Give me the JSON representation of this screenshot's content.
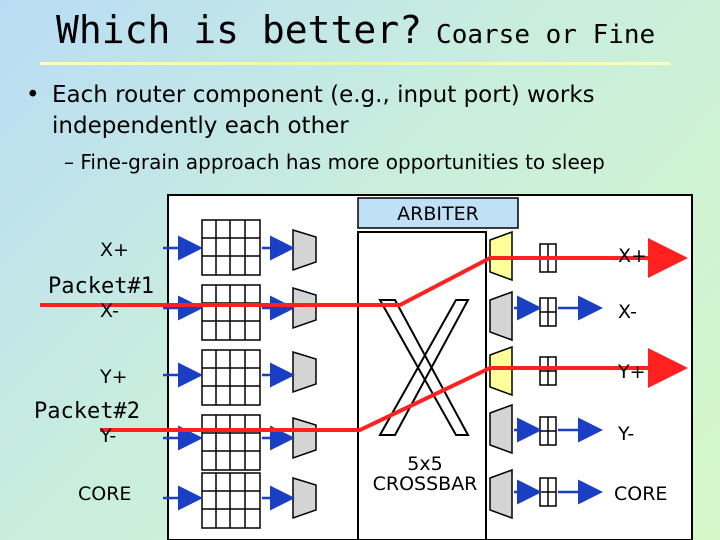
{
  "title": {
    "main": "Which is better?",
    "sub": "Coarse or Fine"
  },
  "bullet1": {
    "marker": "•",
    "text": "Each router component (e.g., input port) works independently each other"
  },
  "bullet2": {
    "text": "– Fine-grain approach has more opportunities to sleep"
  },
  "diagram": {
    "arbiter_label": "ARBITER",
    "crossbar_label_line1": "5x5",
    "crossbar_label_line2": "CROSSBAR",
    "input_ports": [
      "X+",
      "X-",
      "Y+",
      "Y-",
      "CORE"
    ],
    "output_ports": [
      "X+",
      "X-",
      "Y+",
      "Y-",
      "CORE"
    ],
    "packets": [
      "Packet#1",
      "Packet#2"
    ],
    "colors": {
      "packet_path": "#ff2020",
      "active_mux": "#ffff99",
      "idle_mux": "#d4d4d4",
      "arbiter_fill": "#bfe0f6"
    }
  }
}
